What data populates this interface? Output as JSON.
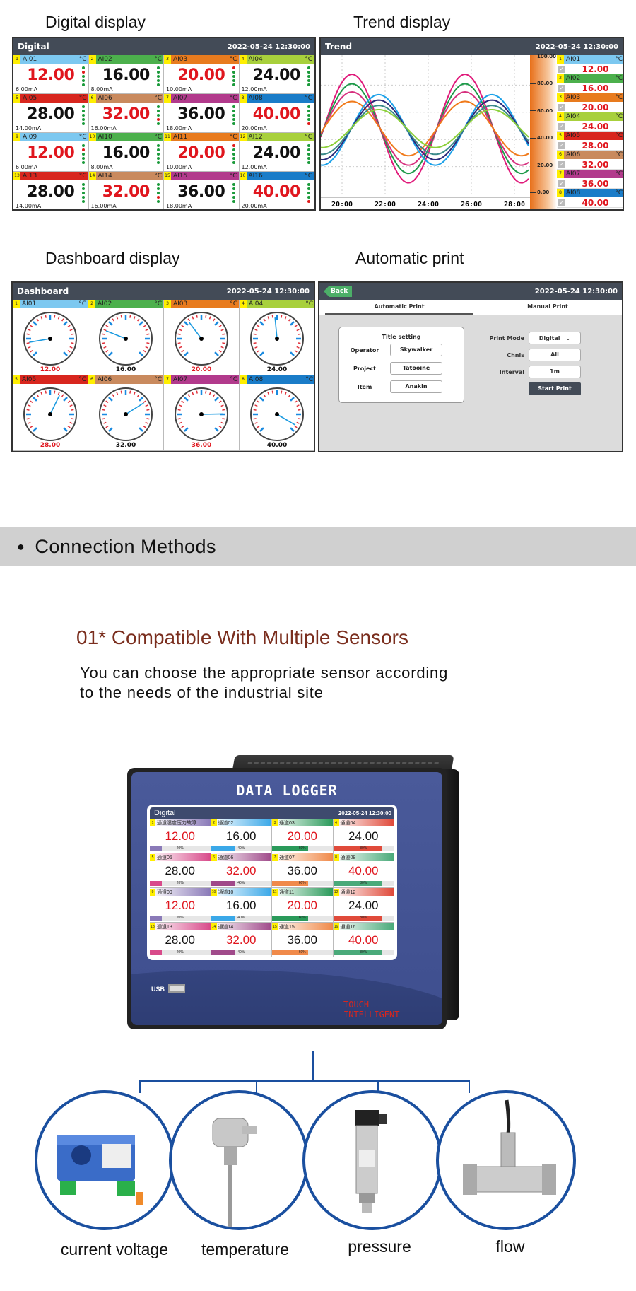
{
  "labels": {
    "digital": "Digital display",
    "trend": "Trend display",
    "dashboard": "Dashboard display",
    "print": "Automatic print"
  },
  "timestamp": "2022-05-24 12:30:00",
  "digital": {
    "title": "Digital",
    "unit": "°C",
    "channels": [
      {
        "n": "1",
        "name": "AI01",
        "color": "#7cc8f0",
        "value": "12.00",
        "red": true,
        "ma": "6.00mA",
        "alarm": 1
      },
      {
        "n": "2",
        "name": "AI02",
        "color": "#4cb04c",
        "value": "16.00",
        "red": false,
        "ma": "8.00mA",
        "alarm": -1
      },
      {
        "n": "3",
        "name": "AI03",
        "color": "#e87b1e",
        "value": "20.00",
        "red": true,
        "ma": "10.00mA",
        "alarm": 0
      },
      {
        "n": "4",
        "name": "AI04",
        "color": "#a8d03c",
        "value": "24.00",
        "red": false,
        "ma": "12.00mA",
        "alarm": -1
      },
      {
        "n": "5",
        "name": "AI05",
        "color": "#d8261e",
        "value": "28.00",
        "red": false,
        "ma": "14.00mA",
        "alarm": -1
      },
      {
        "n": "6",
        "name": "AI06",
        "color": "#c98a5e",
        "value": "32.00",
        "red": true,
        "ma": "16.00mA",
        "alarm": 3
      },
      {
        "n": "7",
        "name": "AI07",
        "color": "#b23a8c",
        "value": "36.00",
        "red": false,
        "ma": "18.00mA",
        "alarm": -1
      },
      {
        "n": "8",
        "name": "AI08",
        "color": "#1a7cc8",
        "value": "40.00",
        "red": true,
        "ma": "20.00mA",
        "alarm": 4
      },
      {
        "n": "9",
        "name": "AI09",
        "color": "#7cc8f0",
        "value": "12.00",
        "red": true,
        "ma": "6.00mA",
        "alarm": 1
      },
      {
        "n": "10",
        "name": "AI10",
        "color": "#4cb04c",
        "value": "16.00",
        "red": false,
        "ma": "8.00mA",
        "alarm": -1
      },
      {
        "n": "11",
        "name": "AI11",
        "color": "#e87b1e",
        "value": "20.00",
        "red": true,
        "ma": "10.00mA",
        "alarm": 0
      },
      {
        "n": "12",
        "name": "AI12",
        "color": "#a8d03c",
        "value": "24.00",
        "red": false,
        "ma": "12.00mA",
        "alarm": -1
      },
      {
        "n": "13",
        "name": "AI13",
        "color": "#d8261e",
        "value": "28.00",
        "red": false,
        "ma": "14.00mA",
        "alarm": -1
      },
      {
        "n": "14",
        "name": "AI14",
        "color": "#c98a5e",
        "value": "32.00",
        "red": true,
        "ma": "16.00mA",
        "alarm": 3
      },
      {
        "n": "15",
        "name": "AI15",
        "color": "#b23a8c",
        "value": "36.00",
        "red": false,
        "ma": "18.00mA",
        "alarm": -1
      },
      {
        "n": "16",
        "name": "AI16",
        "color": "#1a7cc8",
        "value": "40.00",
        "red": true,
        "ma": "20.00mA",
        "alarm": 4
      }
    ]
  },
  "trend": {
    "title": "Trend",
    "x_ticks": [
      "20:00",
      "22:00",
      "24:00",
      "26:00",
      "28:00"
    ],
    "y_ticks": [
      "100.00",
      "80.00",
      "60.00",
      "40.00",
      "20.00",
      "0.00"
    ],
    "y_range": [
      0,
      100
    ],
    "curves": [
      {
        "color": "#e0197a",
        "center": 48,
        "amp": 40,
        "phase": 0
      },
      {
        "color": "#1f9a4a",
        "center": 48,
        "amp": 33,
        "phase": 0
      },
      {
        "color": "#d6307e",
        "center": 48,
        "amp": 27,
        "phase": 0
      },
      {
        "color": "#f07a1a",
        "center": 48,
        "amp": 20,
        "phase": 0
      },
      {
        "color": "#1aa0e8",
        "center": 47,
        "amp": 26,
        "phase": 1
      },
      {
        "color": "#2a2a7a",
        "center": 47,
        "amp": 22,
        "phase": 1
      },
      {
        "color": "#3a8a8a",
        "center": 47,
        "amp": 18,
        "phase": 1
      },
      {
        "color": "#8cd03a",
        "center": 48,
        "amp": 14,
        "phase": 1
      }
    ],
    "legend": [
      {
        "n": "1",
        "name": "AI01",
        "color": "#7cc8f0",
        "value": "12.00"
      },
      {
        "n": "2",
        "name": "AI02",
        "color": "#4cb04c",
        "value": "16.00"
      },
      {
        "n": "3",
        "name": "AI03",
        "color": "#e87b1e",
        "value": "20.00"
      },
      {
        "n": "4",
        "name": "AI04",
        "color": "#a8d03c",
        "value": "24.00"
      },
      {
        "n": "5",
        "name": "AI05",
        "color": "#d8261e",
        "value": "28.00"
      },
      {
        "n": "6",
        "name": "AI06",
        "color": "#c98a5e",
        "value": "32.00"
      },
      {
        "n": "7",
        "name": "AI07",
        "color": "#b23a8c",
        "value": "36.00"
      },
      {
        "n": "8",
        "name": "AI08",
        "color": "#1a7cc8",
        "value": "40.00"
      }
    ]
  },
  "dashboard": {
    "title": "Dashboard",
    "gauges": [
      {
        "n": "1",
        "name": "AI01",
        "color": "#7cc8f0",
        "value": "12.00",
        "red": true
      },
      {
        "n": "2",
        "name": "AI02",
        "color": "#4cb04c",
        "value": "16.00",
        "red": false
      },
      {
        "n": "3",
        "name": "AI03",
        "color": "#e87b1e",
        "value": "20.00",
        "red": true
      },
      {
        "n": "4",
        "name": "AI04",
        "color": "#a8d03c",
        "value": "24.00",
        "red": false
      },
      {
        "n": "5",
        "name": "AI05",
        "color": "#d8261e",
        "value": "28.00",
        "red": true
      },
      {
        "n": "6",
        "name": "AI06",
        "color": "#c98a5e",
        "value": "32.00",
        "red": false
      },
      {
        "n": "7",
        "name": "AI07",
        "color": "#b23a8c",
        "value": "36.00",
        "red": true
      },
      {
        "n": "8",
        "name": "AI08",
        "color": "#1a7cc8",
        "value": "40.00",
        "red": false
      }
    ]
  },
  "print": {
    "back": "Back",
    "tabs": [
      "Automatic Print",
      "Manual Print"
    ],
    "title_setting": "Title setting",
    "fields": [
      {
        "label": "Operator",
        "value": "Skywalker"
      },
      {
        "label": "Project",
        "value": "Tatooine"
      },
      {
        "label": "Item",
        "value": "Anakin"
      }
    ],
    "print_mode_label": "Print Mode",
    "print_mode": "Digital",
    "chnls_label": "Chnls",
    "chnls": "All",
    "interval_label": "Interval",
    "interval": "1m",
    "start": "Start Print"
  },
  "section": {
    "title": "Connection Methods"
  },
  "feature": {
    "heading": "01* Compatible With Multiple Sensors",
    "line1": "You can choose the appropriate sensor according",
    "line2": "to the needs of the industrial site"
  },
  "device": {
    "brand": "DATA LOGGER",
    "screen_title": "Digital",
    "timestamp": "2022-05-24 12:30:00",
    "usb": "USB",
    "logo1": "TOUCH",
    "logo2": "INTELLIGENT",
    "cells": [
      {
        "n": "1",
        "name": "通道湿度压力故障",
        "color": "#8a7ab8",
        "value": "12.00",
        "red": true,
        "pct": "20%",
        "fill": 0.2
      },
      {
        "n": "2",
        "name": "通道02",
        "color": "#3aa8e8",
        "value": "16.00",
        "red": false,
        "pct": "40%",
        "fill": 0.4
      },
      {
        "n": "3",
        "name": "通道03",
        "color": "#2a9a5a",
        "value": "20.00",
        "red": true,
        "pct": "60%",
        "fill": 0.6
      },
      {
        "n": "4",
        "name": "通道04",
        "color": "#e04a3a",
        "value": "24.00",
        "red": false,
        "pct": "80%",
        "fill": 0.8
      },
      {
        "n": "5",
        "name": "通道05",
        "color": "#d84a8a",
        "value": "28.00",
        "red": false,
        "pct": "20%",
        "fill": 0.2
      },
      {
        "n": "6",
        "name": "通道06",
        "color": "#a04a8a",
        "value": "32.00",
        "red": true,
        "pct": "40%",
        "fill": 0.4
      },
      {
        "n": "7",
        "name": "通道07",
        "color": "#f08a4a",
        "value": "36.00",
        "red": false,
        "pct": "60%",
        "fill": 0.6
      },
      {
        "n": "8",
        "name": "通道08",
        "color": "#4aaa7a",
        "value": "40.00",
        "red": true,
        "pct": "80%",
        "fill": 0.8
      },
      {
        "n": "9",
        "name": "通道09",
        "color": "#8a7ab8",
        "value": "12.00",
        "red": true,
        "pct": "20%",
        "fill": 0.2
      },
      {
        "n": "10",
        "name": "通道10",
        "color": "#3aa8e8",
        "value": "16.00",
        "red": false,
        "pct": "40%",
        "fill": 0.4
      },
      {
        "n": "11",
        "name": "通道11",
        "color": "#2a9a5a",
        "value": "20.00",
        "red": true,
        "pct": "60%",
        "fill": 0.6
      },
      {
        "n": "12",
        "name": "通道12",
        "color": "#e04a3a",
        "value": "24.00",
        "red": false,
        "pct": "80%",
        "fill": 0.8
      },
      {
        "n": "13",
        "name": "通道13",
        "color": "#d84a8a",
        "value": "28.00",
        "red": false,
        "pct": "20%",
        "fill": 0.2
      },
      {
        "n": "14",
        "name": "通道14",
        "color": "#a04a8a",
        "value": "32.00",
        "red": true,
        "pct": "40%",
        "fill": 0.4
      },
      {
        "n": "15",
        "name": "通道15",
        "color": "#f08a4a",
        "value": "36.00",
        "red": false,
        "pct": "60%",
        "fill": 0.6
      },
      {
        "n": "16",
        "name": "通道16",
        "color": "#4aaa7a",
        "value": "40.00",
        "red": true,
        "pct": "80%",
        "fill": 0.8
      }
    ]
  },
  "sensors": [
    {
      "label": "current voltage",
      "icon": "current-voltage-transmitter-icon"
    },
    {
      "label": "temperature",
      "icon": "temperature-probe-icon"
    },
    {
      "label": "pressure",
      "icon": "pressure-transmitter-icon"
    },
    {
      "label": "flow",
      "icon": "flow-meter-icon"
    }
  ],
  "colors": {
    "accent_blue": "#1a4f9f",
    "heading_brown": "#7a2e1e",
    "header_dark": "#434b57"
  }
}
